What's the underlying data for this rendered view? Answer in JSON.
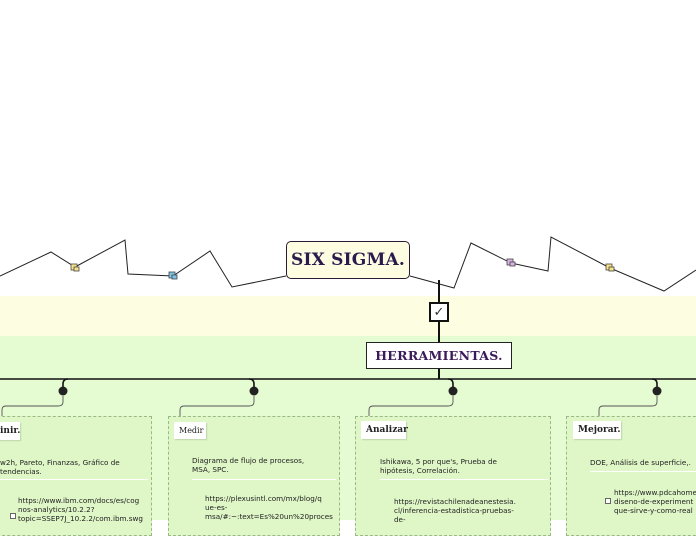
{
  "root": {
    "title": "SIX SIGMA."
  },
  "checkbox": {
    "glyph": "✓"
  },
  "main": {
    "title": "HERRAMIENTAS."
  },
  "branches": [
    {
      "label": "inir.",
      "text": "w2h, Pareto, Finanzas, Gráfico de\ntendencias.",
      "url": "https://www.ibm.com/docs/es/cog\nnos-analytics/10.2.2?\ntopic=SSEP7J_10.2.2/com.ibm.swg"
    },
    {
      "label": "Medir",
      "text": "Diagrama de flujo de procesos,\nMSA, SPC.",
      "url": "https://plexusintl.com/mx/blog/q\nue-es-\nmsa/#:~:text=Es%20un%20proces"
    },
    {
      "label": "Analizar",
      "text": "Ishikawa, 5 por que's, Prueba de\nhipótesis, Correlación.",
      "url": "https://revistachilenadeanestesia.\ncl/inferencia-estadistica-pruebas-\nde-"
    },
    {
      "label": "Mejorar.",
      "text": "DOE, Análisis de superficie,.",
      "url": "https://www.pdcahome\ndiseno-de-experiment\nque-sirve-y-como-real"
    }
  ],
  "colors": {
    "root_fill": "#fdfde2",
    "root_text": "#2b1a4d",
    "band_fill": "#fdfde2",
    "area_fill": "#e5fbd2",
    "panel_fill": "#dff7c7",
    "relationship_icon_a": "#f7e28a",
    "relationship_icon_b": "#7fc4e6",
    "relationship_icon_c": "#d9b3e6"
  }
}
